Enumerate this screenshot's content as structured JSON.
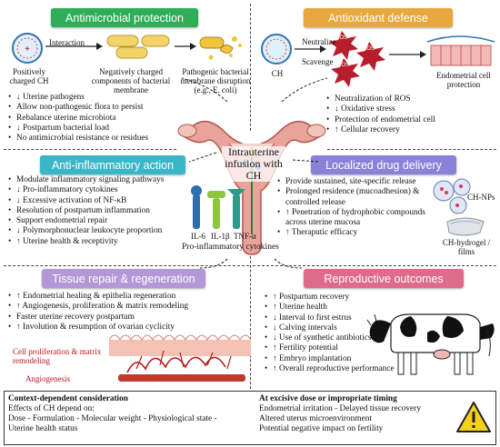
{
  "center": {
    "title": "Intrauterine infusion with CH"
  },
  "antimicrobial": {
    "header": "Antimicrobial protection",
    "color": "#2fae5a",
    "interaction": "Interaction",
    "ch_label": "Positively charged CH",
    "bacteria_label": "Negatively charged components of bacterial membrane",
    "disruption_label": "Pathogenic bacterial membrane disruption (e.g., E. coli)",
    "bullets": [
      "↓ Uterine pathogens",
      "Allow non-pathogenic flora to persist",
      "Rebalance uterine microbiota",
      "↓ Postpartum bacterial load",
      "No antimicrobial resistance or residues"
    ]
  },
  "antioxidant": {
    "header": "Antioxidant defense",
    "color": "#e8a83e",
    "neutralize": "Neutralize",
    "scavenge": "Scavenge",
    "ros": "ROS",
    "ch_label": "CH",
    "cell_label": "Endometrial cell protection",
    "bullets": [
      "Neutralization of ROS",
      "↓ Oxidative stress",
      "Protection of endometrial cell",
      "↑ Cellular recovery"
    ]
  },
  "anti_inflammatory": {
    "header": "Anti-inflammatory action",
    "color": "#3bb6c8",
    "cytokines": [
      "IL-6",
      "IL-1β",
      "TNF-α"
    ],
    "cytokines_label": "Pro-inflammatory cytokines",
    "bullets": [
      "Modulate inflammatory signaling pathways",
      "↓ Pro-inflammatory cytokines",
      "↓ Excessive activation of NF-κB",
      "Resolution of postpartum inflammation",
      "Support endometrial repair",
      "↓ Polymorphonuclear leukocyte proportion",
      "↑ Uterine health & receptivity"
    ]
  },
  "drug_delivery": {
    "header": "Localized drug delivery",
    "color": "#8a82d8",
    "nps_label": "CH-NPs",
    "hydrogel_label": "CH-hydrogel / films",
    "bullets": [
      "Provide sustained, site-specific release",
      "Prolonged residence (mucoadhesion) & controlled release",
      "↑ Penetration of hydrophobic compounds across uterine mucosa",
      "↑ Theraputic efficacy"
    ]
  },
  "tissue_repair": {
    "header": "Tissue repair & regeneration",
    "color": "#b497d6",
    "bullets": [
      "↑ Endometrial healing & epithelia regeneration",
      "↑ Angiogenesis, proliferation & matrix remodeling",
      "Faster uterine recovery postpartum",
      "↑ Involution & resumption of ovarian cyclicity"
    ],
    "proliferation_label": "Cell proliferation & matrix remodeling",
    "angiogenesis_label": "Angiogenesis"
  },
  "reproductive": {
    "header": "Reproductive outcomes",
    "color": "#e06a8c",
    "bullets": [
      "↑ Postpartum recovery",
      "↑ Uterine health",
      "↓ Interval to first estrus",
      "↓ Calving intervals",
      "↓ Use of synthetic antibiotics",
      "↑ Fertility potential",
      "↑ Embryo implantation",
      "↑ Overall reproductive performance"
    ]
  },
  "context": {
    "title": "Context-dependent consideration",
    "line1": "Effects of CH depend on:",
    "line2": "Dose - Formulation - Molecular weight - Physiological state -",
    "line3": "Uterine health status",
    "right_title": "At excisive dose or impropriate timing",
    "right1": "Endometrial irritation - Delayed tissue recovery",
    "right2": "Altered uterus microenvironment",
    "right3": "Potential negative impact on fertility",
    "warning_icon": "warning-triangle-icon"
  }
}
